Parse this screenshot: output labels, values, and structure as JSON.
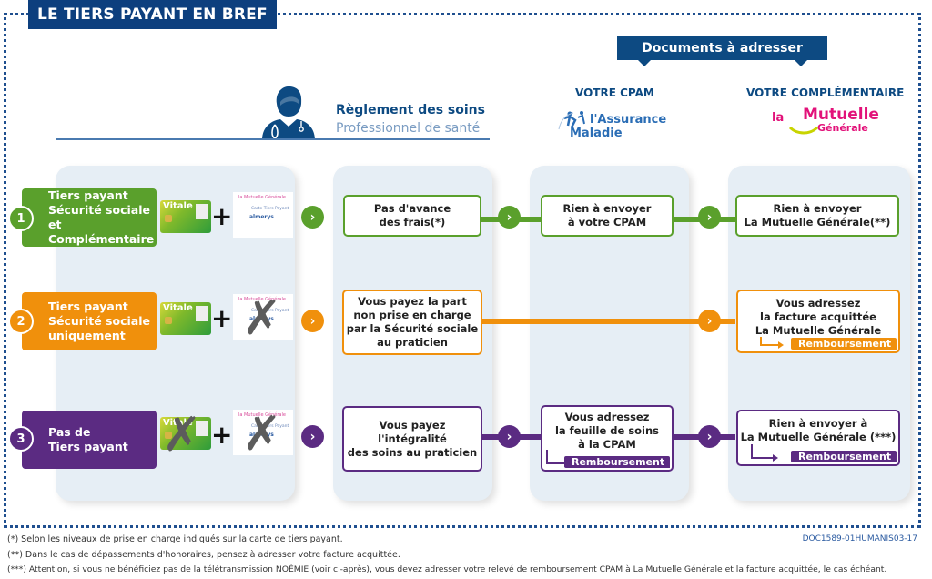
{
  "title": "LE TIERS PAYANT EN BREF",
  "documents_banner": "Documents à adresser",
  "header": {
    "reglement_title": "Règlement des soins",
    "reglement_subtitle": "Professionnel de santé",
    "cpam_heading": "VOTRE CPAM",
    "cpam_logo_line1": "l'Assurance",
    "cpam_logo_line2": "Maladie",
    "complementaire_heading": "VOTRE COMPLÉMENTAIRE",
    "mg_logo_la": "la",
    "mg_logo_mutuelle": "Mutuelle",
    "mg_logo_generale": "Générale"
  },
  "cards": {
    "vitale_label": "Vitale",
    "tp_card_brand": "la Mutuelle Générale",
    "tp_card_text": "Carte Tiers Payant",
    "tp_card_almerys": "almerys",
    "plus": "+",
    "cross": "✗"
  },
  "colors": {
    "green": "#5aa02c",
    "orange": "#f0900c",
    "purple": "#5b2b82",
    "navy": "#0d4a82"
  },
  "rows": [
    {
      "number": "1",
      "label_lines": [
        "Tiers payant",
        "Sécurité sociale et",
        "Complémentaire"
      ],
      "vitale_crossed": false,
      "tp_card_crossed": false,
      "reglement": [
        "Pas d'avance",
        "des frais(*)"
      ],
      "cpam": [
        "Rien à envoyer",
        "à votre CPAM"
      ],
      "cpam_remboursement": null,
      "complementaire": [
        "Rien à envoyer",
        "La Mutuelle Générale(**)"
      ],
      "complementaire_remboursement": null
    },
    {
      "number": "2",
      "label_lines": [
        "Tiers payant",
        "Sécurité sociale",
        "uniquement"
      ],
      "vitale_crossed": false,
      "tp_card_crossed": true,
      "reglement": [
        "Vous payez la part",
        "non prise en charge",
        "par la Sécurité sociale",
        "au praticien"
      ],
      "cpam": null,
      "cpam_remboursement": null,
      "complementaire": [
        "Vous adressez",
        "la facture acquittée",
        "La Mutuelle Générale"
      ],
      "complementaire_remboursement": "Remboursement"
    },
    {
      "number": "3",
      "label_lines": [
        "Pas de",
        "Tiers payant"
      ],
      "vitale_crossed": true,
      "tp_card_crossed": true,
      "reglement": [
        "Vous payez l'intégralité",
        "des soins au praticien"
      ],
      "cpam": [
        "Vous adressez",
        "la feuille de soins",
        "à la CPAM"
      ],
      "cpam_remboursement": "Remboursement",
      "complementaire": [
        "Rien à envoyer à",
        "La Mutuelle Générale (***)"
      ],
      "complementaire_remboursement": "Remboursement"
    }
  ],
  "footnotes": [
    "(*) Selon les niveaux de prise en charge indiqués sur la carte de tiers payant.",
    "(**) Dans le cas de dépassements d'honoraires, pensez à adresser votre facture acquittée.",
    "(***) Attention, si vous ne bénéficiez pas de la télétransmission NOÉMIE (voir ci-après), vous devez adresser votre relevé de remboursement CPAM à La Mutuelle Générale et la facture acquittée, le cas échéant."
  ],
  "doc_reference": "DOC1589-01HUMANIS03-17"
}
